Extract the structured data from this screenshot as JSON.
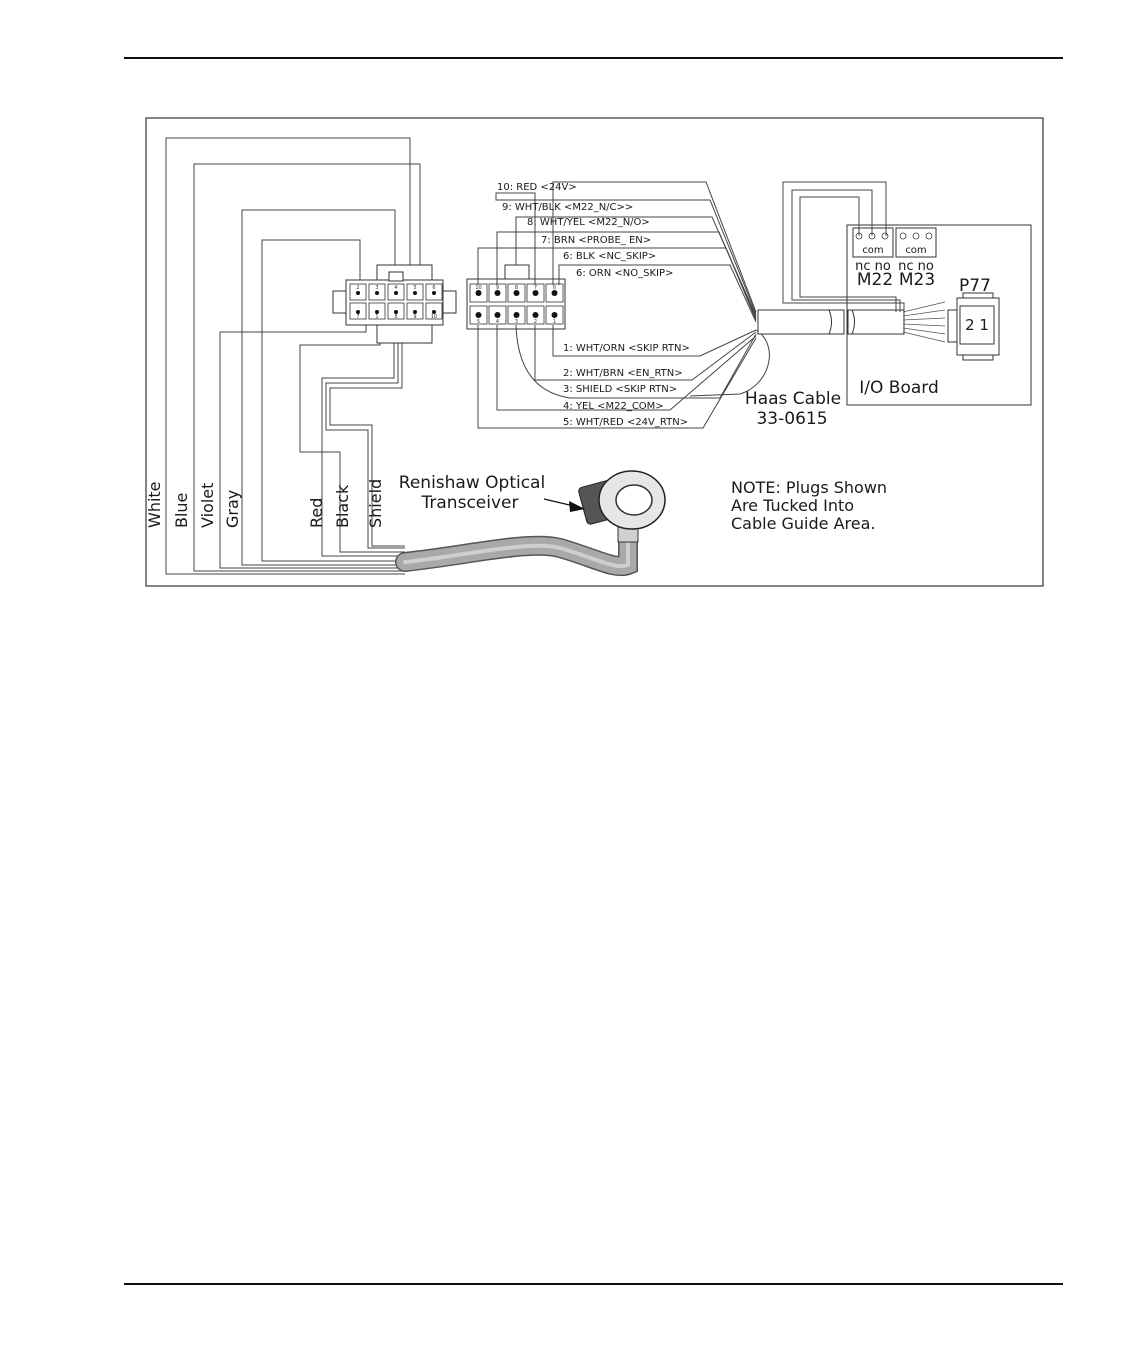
{
  "harness_wires": [
    "White",
    "Blue",
    "Violet",
    "Gray",
    "Red",
    "Black",
    "Shield"
  ],
  "transceiver_label": [
    "Renishaw  Optical",
    "Transceiver"
  ],
  "plug_wires": [
    "10:  RED   <24V>",
    "9:  WHT/BLK    <M22_N/C>>",
    "8:  WHT/YEL    <M22_N/O>",
    "7:  BRN   <PROBE_    EN>",
    "6:  BLK   <NC_SKIP>",
    "6:  ORN   <NO_SKIP>",
    "1:  WHT/ORN    <SKIP   RTN>",
    "2:  WHT/BRN    <EN_RTN>",
    "3:  SHIELD    <SKIP   RTN>",
    "4:  YEL   <M22_COM>",
    "5:  WHT/RED    <24V_RTN>"
  ],
  "connector_left": {
    "top_pins": [
      "2",
      "3",
      "4",
      "5",
      "6"
    ],
    "bottom_pins": [
      "7",
      "1",
      "8",
      "9",
      "10"
    ]
  },
  "connector_right": {
    "top_pins": [
      "10",
      "9",
      "8",
      "7",
      "6"
    ],
    "bottom_pins": [
      "5",
      "4",
      "3",
      "2",
      "1"
    ]
  },
  "cable_label": [
    "Haas  Cable",
    "33-0615"
  ],
  "io_board": {
    "label": "I/O  Board",
    "relay_com": "com",
    "relay_contacts": "nc  no",
    "relay_names": [
      "M22",
      "M23"
    ],
    "plug_name": "P77",
    "plug_pins": "2 1"
  },
  "note": [
    "NOTE:   Plugs  Shown",
    "Are  Tucked  Into",
    "Cable  Guide  Area."
  ]
}
